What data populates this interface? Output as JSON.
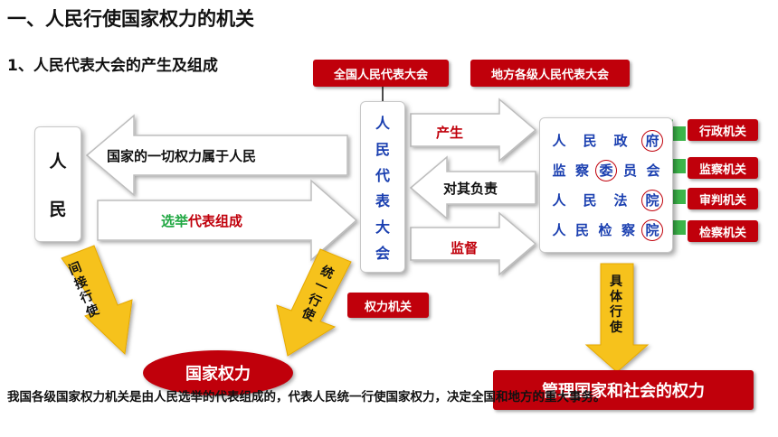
{
  "title": "一、人民行使国家权力的机关",
  "subtitle": "1、人民代表大会的产生及组成",
  "top_labels": {
    "national": "全国人民代表大会",
    "local": "地方各级人民代表大会"
  },
  "people_chars": [
    "人",
    "民"
  ],
  "congress_chars": [
    "人",
    "民",
    "代",
    "表",
    "大",
    "会"
  ],
  "arrows": {
    "left_top": "国家的一切权力属于人民",
    "left_bottom_green": "选举",
    "left_bottom_red": "代表组成",
    "right_produce": "产生",
    "right_responsible": "对其负责",
    "right_supervise": "监督",
    "indirect_chars": [
      "间",
      "接",
      "行",
      "使"
    ],
    "unified_chars": [
      "统",
      "一",
      "行",
      "使"
    ],
    "concrete_chars": [
      "具",
      "体",
      "行",
      "使"
    ]
  },
  "power_organ": "权力机关",
  "state_power": "国家权力",
  "manage_power": "管理国家和社会的权力",
  "organs": [
    [
      "人",
      "民",
      "政",
      "府"
    ],
    [
      "监",
      "察",
      "委",
      "员",
      "会"
    ],
    [
      "人",
      "民",
      "法",
      "院"
    ],
    [
      "人",
      "民",
      "检",
      "察",
      "院"
    ]
  ],
  "organ_types": [
    "行政机关",
    "监察机关",
    "审判机关",
    "检察机关"
  ],
  "colors": {
    "red": "#c0000b",
    "blue": "#1a3fb0",
    "green": "#22a844",
    "yellow": "#f6c21a",
    "arrow_gray": "#ffffff",
    "arrow_green": "#3cb54a"
  },
  "bottom_text": "我国各级国家权力机关是由人民选举的代表组成的，代表人民统一行使国家权力，决定全国和地方的重大事务。"
}
